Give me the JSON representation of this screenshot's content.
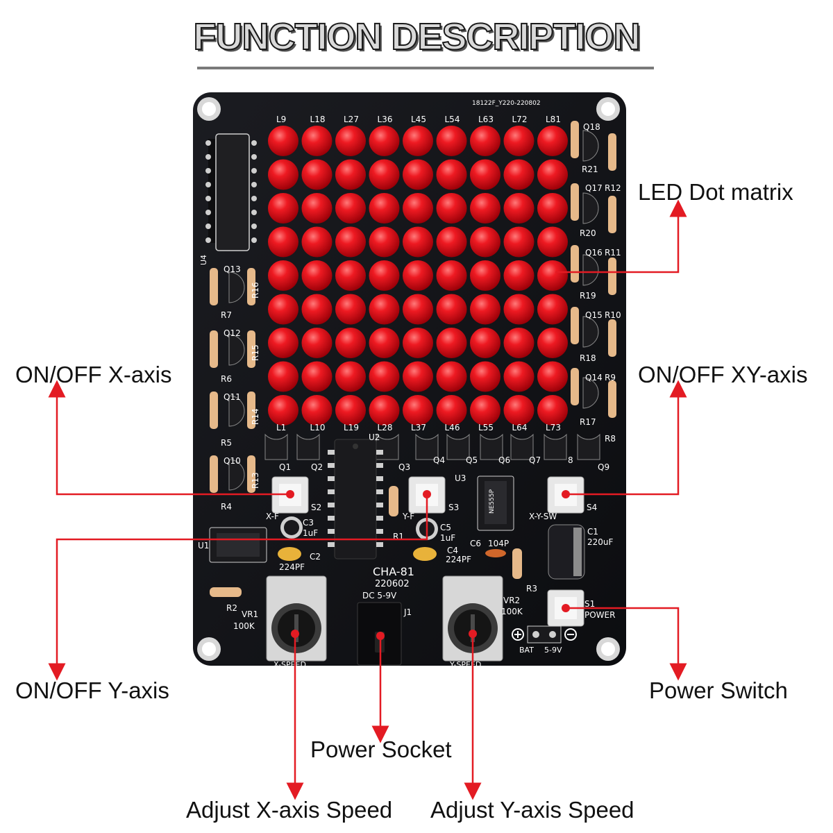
{
  "title": "FUNCTION DESCRIPTION",
  "callouts": {
    "led_matrix": "LED Dot matrix",
    "onoff_x": "ON/OFF X-axis",
    "onoff_xy": "ON/OFF XY-axis",
    "onoff_y": "ON/OFF Y-axis",
    "power_switch": "Power Switch",
    "power_socket": "Power Socket",
    "adjust_x": "Adjust X-axis Speed",
    "adjust_y": "Adjust Y-axis Speed"
  },
  "board": {
    "serial": "18122F_Y220-220802",
    "model": "CHA-81",
    "date": "220602",
    "dc": "DC 5-9V",
    "bat": "BAT",
    "volt": "5-9V",
    "power": "POWER",
    "top_leds": [
      "L9",
      "L18",
      "L27",
      "L36",
      "L45",
      "L54",
      "L63",
      "L72",
      "L81"
    ],
    "bottom_leds": [
      "L1",
      "L10",
      "L19",
      "L28",
      "L37",
      "L46",
      "L55",
      "L64",
      "L73"
    ],
    "right_parts": [
      "Q18",
      "R21",
      "Q17",
      "R12",
      "R20",
      "Q16",
      "R11",
      "R19",
      "Q15",
      "R10",
      "R18",
      "Q14",
      "R9",
      "R17",
      "R8"
    ],
    "left_parts": [
      "U4",
      "Q13",
      "R16",
      "R7",
      "Q12",
      "R15",
      "R6",
      "Q11",
      "R14",
      "R5",
      "Q10",
      "R13",
      "R4"
    ],
    "transistor_row": [
      "Q1",
      "Q2",
      "Q3",
      "Q4",
      "Q5",
      "Q6",
      "Q7",
      "8",
      "Q9"
    ],
    "switch_x": "X-F",
    "switch_y": "Y-F",
    "switch_xy": "X-Y-SW",
    "s2": "S2",
    "s3": "S3",
    "s4": "S4",
    "s1": "S1",
    "u1": "U1",
    "u2": "U2",
    "u3": "U3",
    "c1": "C1",
    "c1v": "220uF",
    "c3": "C3",
    "c3v": "1uF",
    "c5": "C5",
    "c5v": "1uF",
    "c2": "C2",
    "c2v": "224PF",
    "c4": "C4",
    "c4v": "224PF",
    "c6": "C6",
    "c6v": "104P",
    "r1": "R1",
    "r2": "R2",
    "r3": "R3",
    "j1": "J1",
    "vr1": "VR1",
    "vr1v": "100K",
    "vr2": "VR2",
    "vr2v": "100K",
    "ne555": "NE555P",
    "x_speed": "X-SPEED",
    "y_speed": "Y-SPEED"
  },
  "colors": {
    "pcb": "#111216",
    "led": "#e0101a",
    "arrow": "#e31b23",
    "silk": "#ffffff"
  },
  "matrix": {
    "rows": 9,
    "cols": 9
  }
}
